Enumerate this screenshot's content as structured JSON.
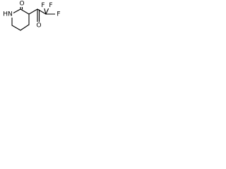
{
  "molecule": {
    "atoms": {
      "nh": {
        "text": "HN"
      },
      "o_lactam": {
        "text": "O"
      },
      "o_ketone": {
        "text": "O"
      },
      "f_top_left": {
        "text": "F"
      },
      "f_top_right": {
        "text": "F"
      },
      "f_right": {
        "text": "F"
      }
    }
  }
}
